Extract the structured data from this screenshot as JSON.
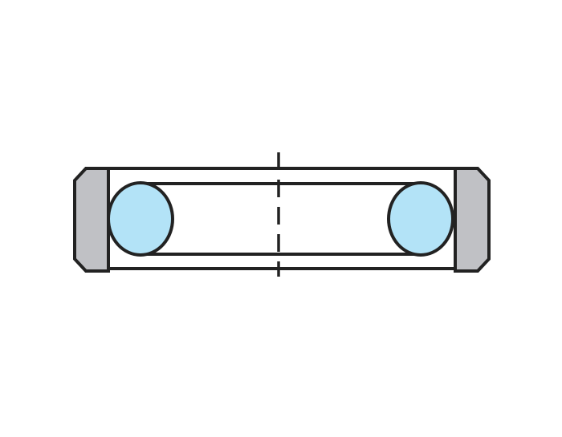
{
  "diagram": {
    "kind": "seal-ring-cross-section",
    "colors": {
      "background": "#ffffff",
      "outline": "#222222",
      "housing_fill": "#c0c1c5",
      "oring_fill": "#b3e3f7",
      "centerline": "#222222"
    },
    "parts": [
      "housing-left",
      "housing-right",
      "o-ring-left",
      "o-ring-right",
      "centerline"
    ]
  }
}
